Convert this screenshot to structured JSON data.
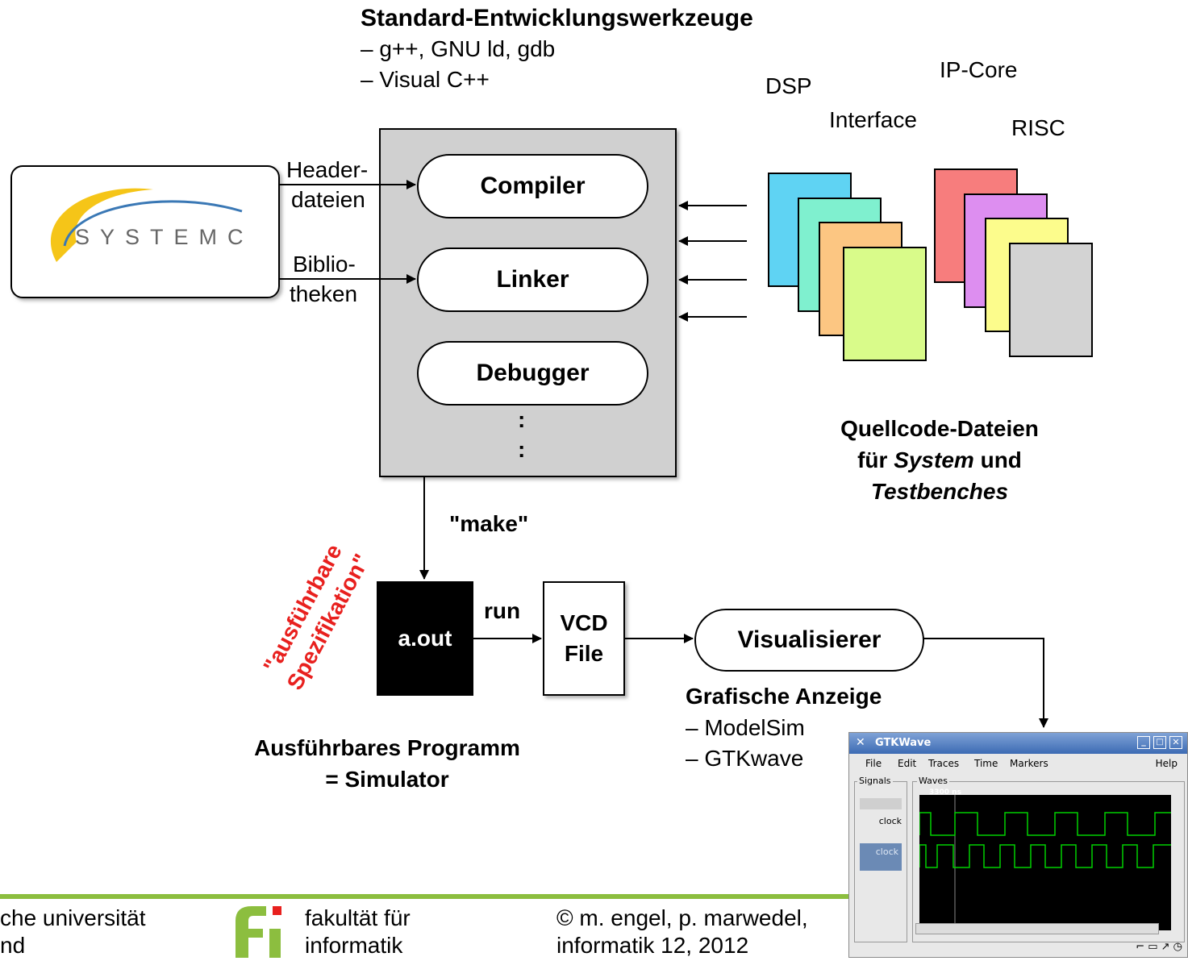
{
  "tools": {
    "title": "Standard-Entwicklungswerkzeuge",
    "items": [
      "– g++, GNU ld, gdb",
      "– Visual C++"
    ]
  },
  "systemc_logo": "SYSTEMC",
  "inputs": {
    "headers_line1": "Header-",
    "headers_line2": "dateien",
    "libs_line1": "Biblio-",
    "libs_line2": "theken"
  },
  "toolchain": {
    "compiler": "Compiler",
    "linker": "Linker",
    "debugger": "Debugger",
    "dots": ":"
  },
  "sources": {
    "labels": {
      "dsp": "DSP",
      "interface": "Interface",
      "ipcore": "IP-Core",
      "risc": "RISC"
    },
    "caption_line1": "Quellcode-Dateien",
    "caption_line2_a": "für ",
    "caption_line2_b": "System",
    "caption_line2_c": " und",
    "caption_line3": "Testbenches",
    "colors": [
      "#5fd3f3",
      "#7ff0cf",
      "#fcc682",
      "#d9fb8a",
      "#f77d7d",
      "#dd8ef0",
      "#fcfc8c",
      "#d3d3d3"
    ]
  },
  "flow": {
    "make": "\"make\"",
    "aout": "a.out",
    "run": "run",
    "vcd_line1": "VCD",
    "vcd_line2": "File",
    "visualizer": "Visualisierer",
    "exec_line1": "\"ausführbare",
    "exec_line2": "Spezifikation\"",
    "program_line1": "Ausführbares Programm",
    "program_line2": "= Simulator"
  },
  "display": {
    "title": "Grafische Anzeige",
    "items": [
      "– ModelSim",
      "– GTKwave"
    ]
  },
  "gtkwave": {
    "title": "GTKWave",
    "menu": [
      "File",
      "Edit",
      "Traces",
      "Time",
      "Markers",
      "Help"
    ],
    "signals_label": "Signals",
    "waves_label": "Waves",
    "time_marker": "3300 ns",
    "signals": [
      "clock",
      "clock"
    ]
  },
  "footer": {
    "university_line1": "che universität",
    "university_line2": "nd",
    "faculty_line1": "fakultät für",
    "faculty_line2": "informatik",
    "copyright_line1": "© m. engel, p. marwedel,",
    "copyright_line2": "informatik 12,  2012"
  },
  "colors": {
    "accent_green": "#8cbe3f",
    "red_text": "#e8201e",
    "toolbox_gray": "#d0d0d0"
  }
}
